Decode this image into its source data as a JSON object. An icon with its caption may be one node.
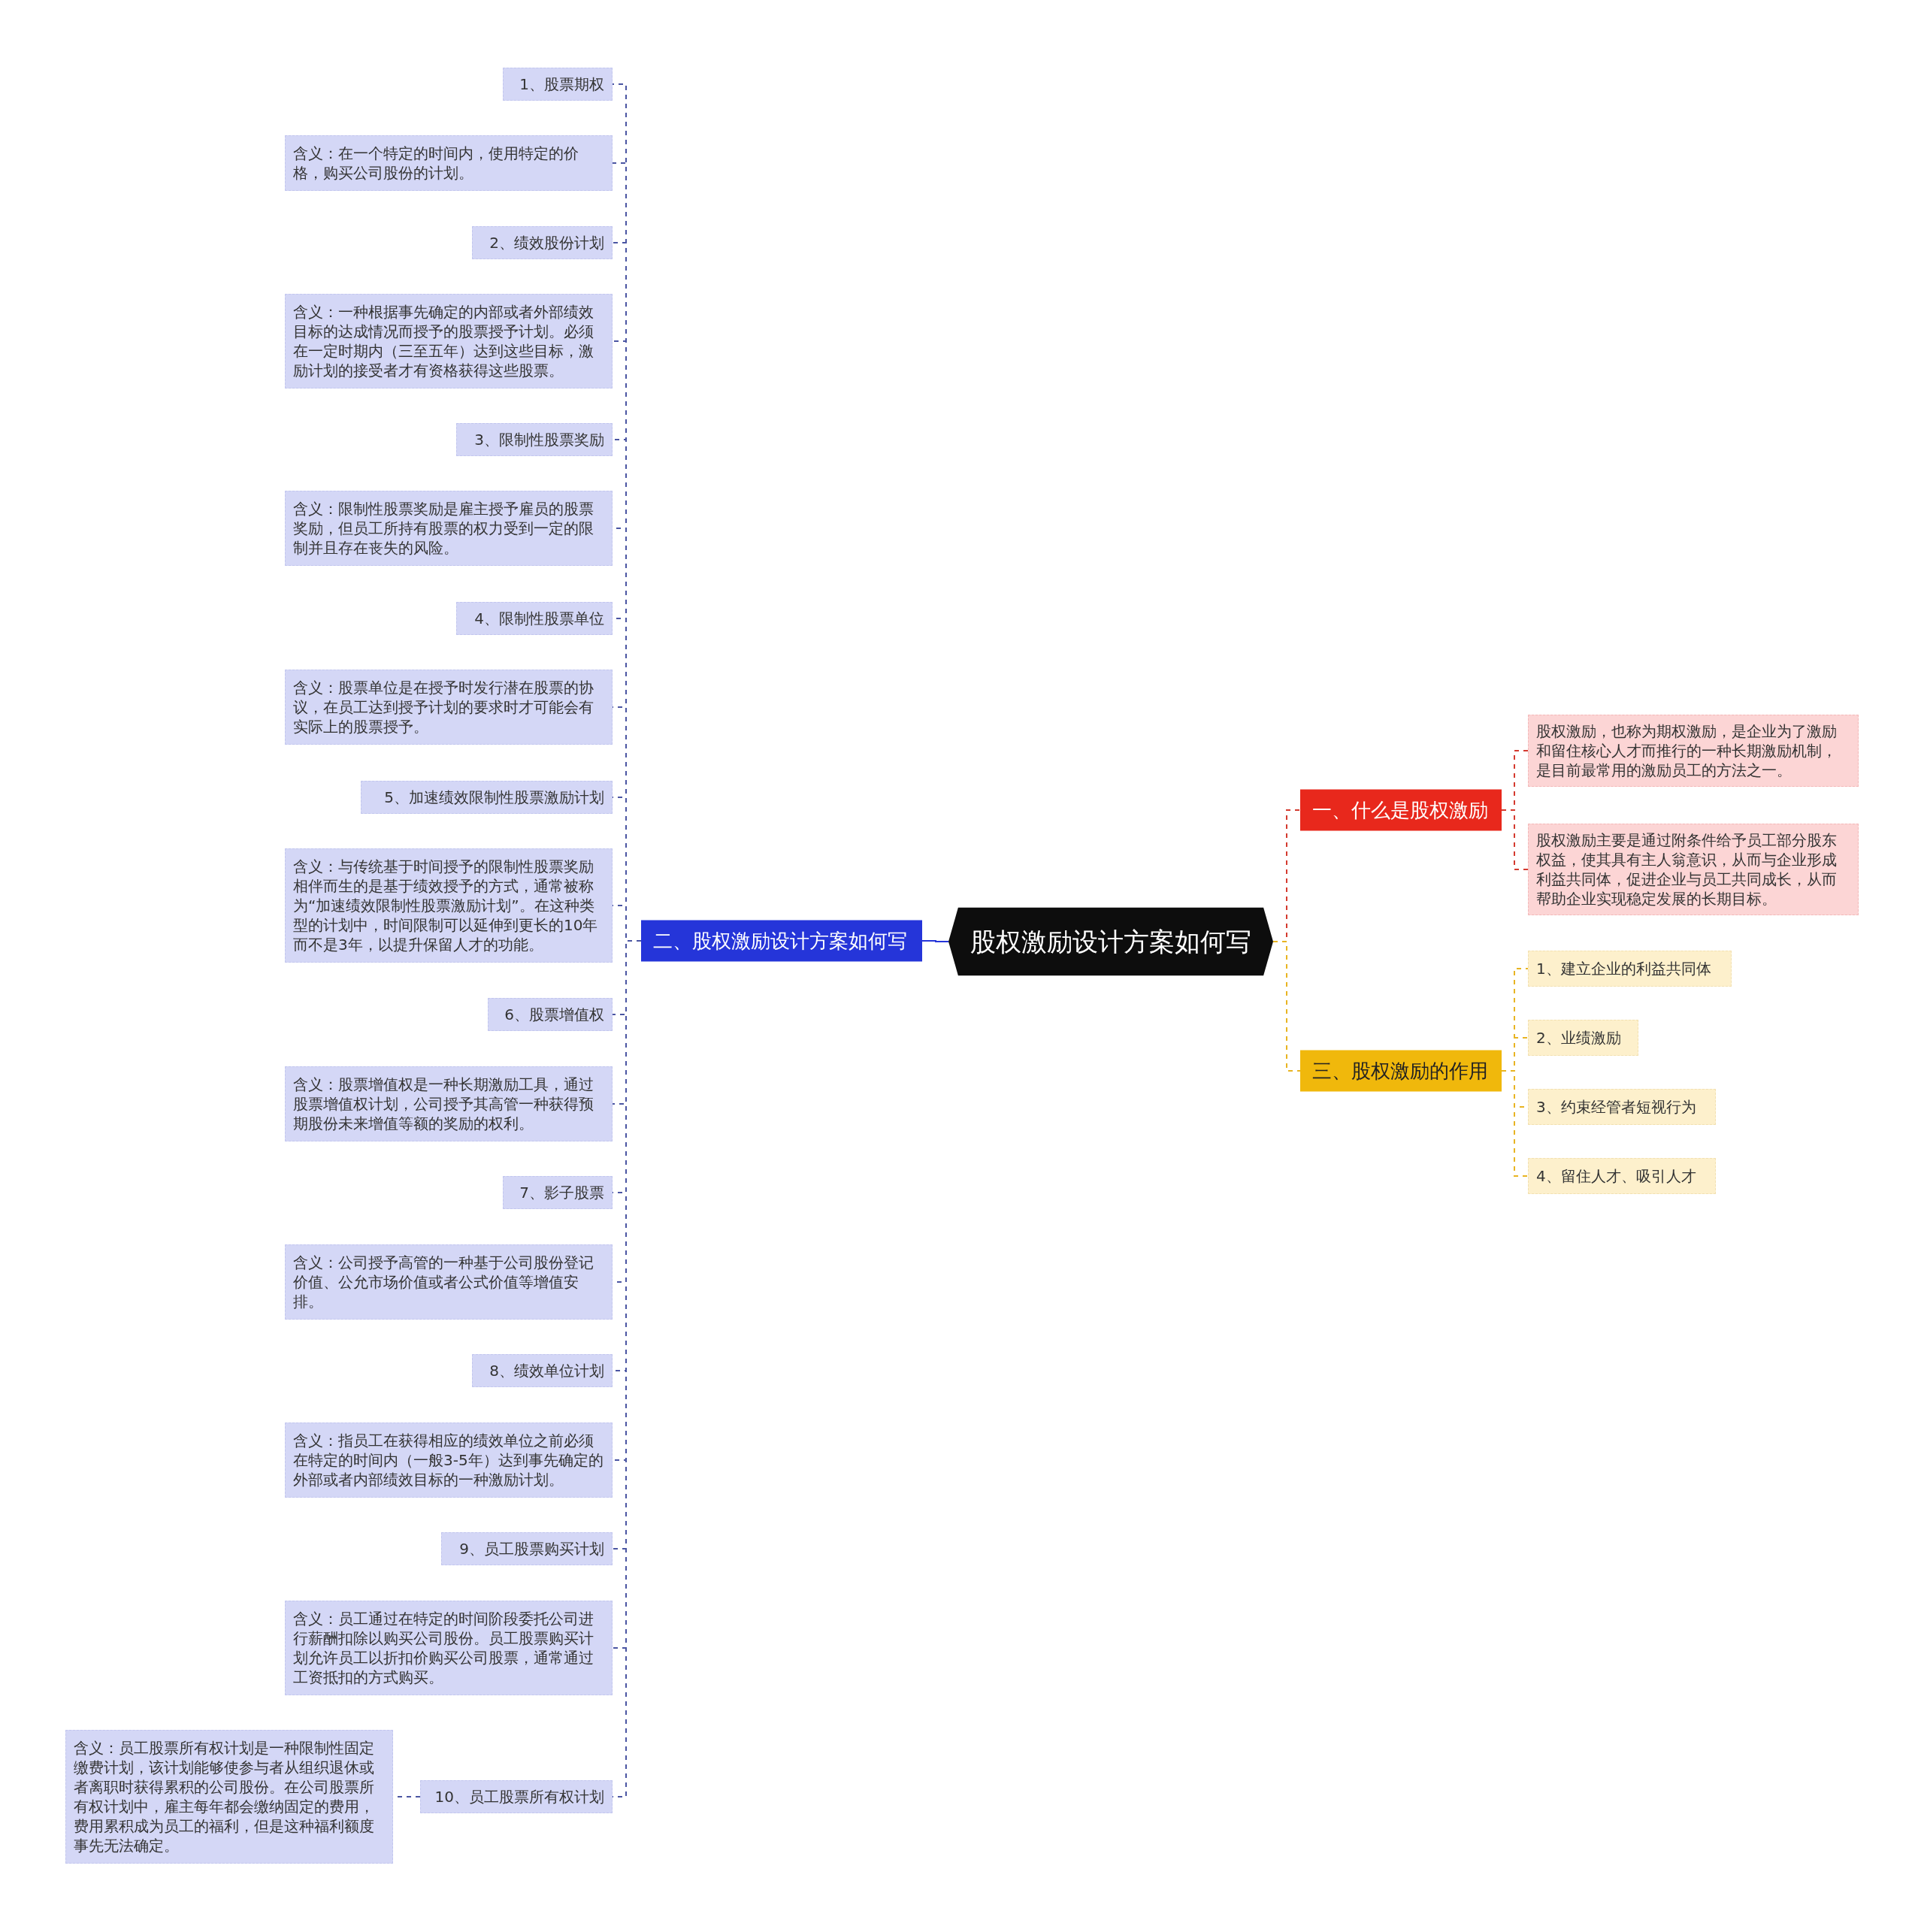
{
  "diagram": {
    "nodes": [
      {
        "text": [
          "股权激励设计方案如何写"
        ]
      },
      {
        "text": [
          "一、什么是股权激励"
        ]
      },
      {
        "text": [
          "股权激励，也称为期权激励，是企业为了激励和留住核心人才而推行的一种长期激励机制，是目前最常用的激励员工的方法之一。"
        ]
      },
      {
        "text": [
          "股权激励主要是通过附条件给予员工部分股东权益，使其具有主人翁意识，从而与企业形成利益共同体，促进企业与员工共同成长，从而帮助企业实现稳定发展的长期目标。"
        ]
      },
      {
        "text": [
          "三、股权激励的作用"
        ]
      },
      {
        "text": [
          "1、建立企业的利益共同体"
        ]
      },
      {
        "text": [
          "2、业绩激励"
        ]
      },
      {
        "text": [
          "3、约束经管者短视行为"
        ]
      },
      {
        "text": [
          "4、留住人才、吸引人才"
        ]
      },
      {
        "text": [
          "二、股权激励设计方案如何写"
        ]
      },
      {
        "text": [
          "1、股票期权"
        ]
      },
      {
        "text": [
          "含义：在一个特定的时间内，使用特定的价格，购买公司股份的计划。"
        ]
      },
      {
        "text": [
          "2、绩效股份计划"
        ]
      },
      {
        "text": [
          "含义：一种根据事先确定的内部或者外部绩效目标的达成情况而授予的股票授予计划。必须在一定时期内（三至五年）达到这些目标，激励计划的接受者才有资格获得这些股票。"
        ]
      },
      {
        "text": [
          "3、限制性股票奖励"
        ]
      },
      {
        "text": [
          "含义：限制性股票奖励是雇主授予雇员的股票奖励，但员工所持有股票的权力受到一定的限制并且存在丧失的风险。"
        ]
      },
      {
        "text": [
          "4、限制性股票单位"
        ]
      },
      {
        "text": [
          "含义：股票单位是在授予时发行潜在股票的协议，在员工达到授予计划的要求时才可能会有实际上的股票授予。"
        ]
      },
      {
        "text": [
          "5、加速绩效限制性股票激励计划"
        ]
      },
      {
        "text": [
          "含义：与传统基于时间授予的限制性股票奖励相伴而生的是基于绩效授予的方式，通常被称为“加速绩效限制性股票激励计划”。在这种类型的计划中，时间限制可以延伸到更长的10年而不是3年，以提升保留人才的功能。"
        ]
      },
      {
        "text": [
          "6、股票增值权"
        ]
      },
      {
        "text": [
          "含义：股票增值权是一种长期激励工具，通过股票增值权计划，公司授予其高管一种获得预期股份未来增值等额的奖励的权利。"
        ]
      },
      {
        "text": [
          "7、影子股票"
        ]
      },
      {
        "text": [
          "含义：公司授予高管的一种基于公司股份登记价值、公允市场价值或者公式价值等增值安排。"
        ]
      },
      {
        "text": [
          "8、绩效单位计划"
        ]
      },
      {
        "text": [
          "含义：指员工在获得相应的绩效单位之前必须在特定的时间内（一般3-5年）达到事先确定的外部或者内部绩效目标的一种激励计划。"
        ]
      },
      {
        "text": [
          "9、员工股票购买计划"
        ]
      },
      {
        "text": [
          "含义：员工通过在特定的时间阶段委托公司进行薪酬扣除以购买公司股份。员工股票购买计划允许员工以折扣价购买公司股票，通常通过工资抵扣的方式购买。"
        ]
      },
      {
        "text": [
          "10、员工股票所有权计划"
        ]
      },
      {
        "text": [
          "含义：员工股票所有权计划是一种限制性固定缴费计划，该计划能够使参与者从组织退休或者离职时获得累积的公司股份。在公司股票所有权计划中，雇主每年都会缴纳固定的费用，费用累积成为员工的福利，但是这种福利额度事先无法确定。"
        ]
      }
    ],
    "edges": [
      {
        "from": 0,
        "to": 9,
        "arrow": "none",
        "color": "#2535d9"
      },
      {
        "from": 0,
        "to": 1,
        "arrow": "none",
        "style": "dashed",
        "color": "#d43a2f"
      },
      {
        "from": 1,
        "to": 2,
        "arrow": "none",
        "style": "dashed",
        "color": "#d43a2f"
      },
      {
        "from": 1,
        "to": 3,
        "arrow": "none",
        "style": "dashed",
        "color": "#d43a2f"
      },
      {
        "from": 0,
        "to": 4,
        "arrow": "none",
        "style": "dashed",
        "color": "#e8b422"
      },
      {
        "from": 4,
        "to": 5,
        "arrow": "none",
        "style": "dashed",
        "color": "#e8b422"
      },
      {
        "from": 4,
        "to": 6,
        "arrow": "none",
        "style": "dashed",
        "color": "#e8b422"
      },
      {
        "from": 4,
        "to": 7,
        "arrow": "none",
        "style": "dashed",
        "color": "#e8b422"
      },
      {
        "from": 4,
        "to": 8,
        "arrow": "none",
        "style": "dashed",
        "color": "#e8b422"
      },
      {
        "from": 9,
        "to": 10,
        "arrow": "none",
        "style": "dashed"
      },
      {
        "from": 9,
        "to": 11,
        "arrow": "none",
        "style": "dashed"
      },
      {
        "from": 9,
        "to": 12,
        "arrow": "none",
        "style": "dashed"
      },
      {
        "from": 9,
        "to": 13,
        "arrow": "none",
        "style": "dashed"
      },
      {
        "from": 9,
        "to": 14,
        "arrow": "none",
        "style": "dashed"
      },
      {
        "from": 9,
        "to": 15,
        "arrow": "none",
        "style": "dashed"
      },
      {
        "from": 9,
        "to": 16,
        "arrow": "none",
        "style": "dashed"
      },
      {
        "from": 9,
        "to": 17,
        "arrow": "none",
        "style": "dashed"
      },
      {
        "from": 9,
        "to": 18,
        "arrow": "none",
        "style": "dashed"
      },
      {
        "from": 9,
        "to": 19,
        "arrow": "none",
        "style": "dashed"
      },
      {
        "from": 9,
        "to": 20,
        "arrow": "none",
        "style": "dashed"
      },
      {
        "from": 9,
        "to": 21,
        "arrow": "none",
        "style": "dashed"
      },
      {
        "from": 9,
        "to": 22,
        "arrow": "none",
        "style": "dashed"
      },
      {
        "from": 9,
        "to": 23,
        "arrow": "none",
        "style": "dashed"
      },
      {
        "from": 9,
        "to": 24,
        "arrow": "none",
        "style": "dashed"
      },
      {
        "from": 9,
        "to": 25,
        "arrow": "none",
        "style": "dashed"
      },
      {
        "from": 9,
        "to": 26,
        "arrow": "none",
        "style": "dashed"
      },
      {
        "from": 9,
        "to": 27,
        "arrow": "none",
        "style": "dashed"
      },
      {
        "from": 9,
        "to": 28,
        "arrow": "none",
        "style": "dashed"
      },
      {
        "from": 28,
        "to": 29,
        "arrow": "none",
        "style": "dashed"
      }
    ]
  }
}
